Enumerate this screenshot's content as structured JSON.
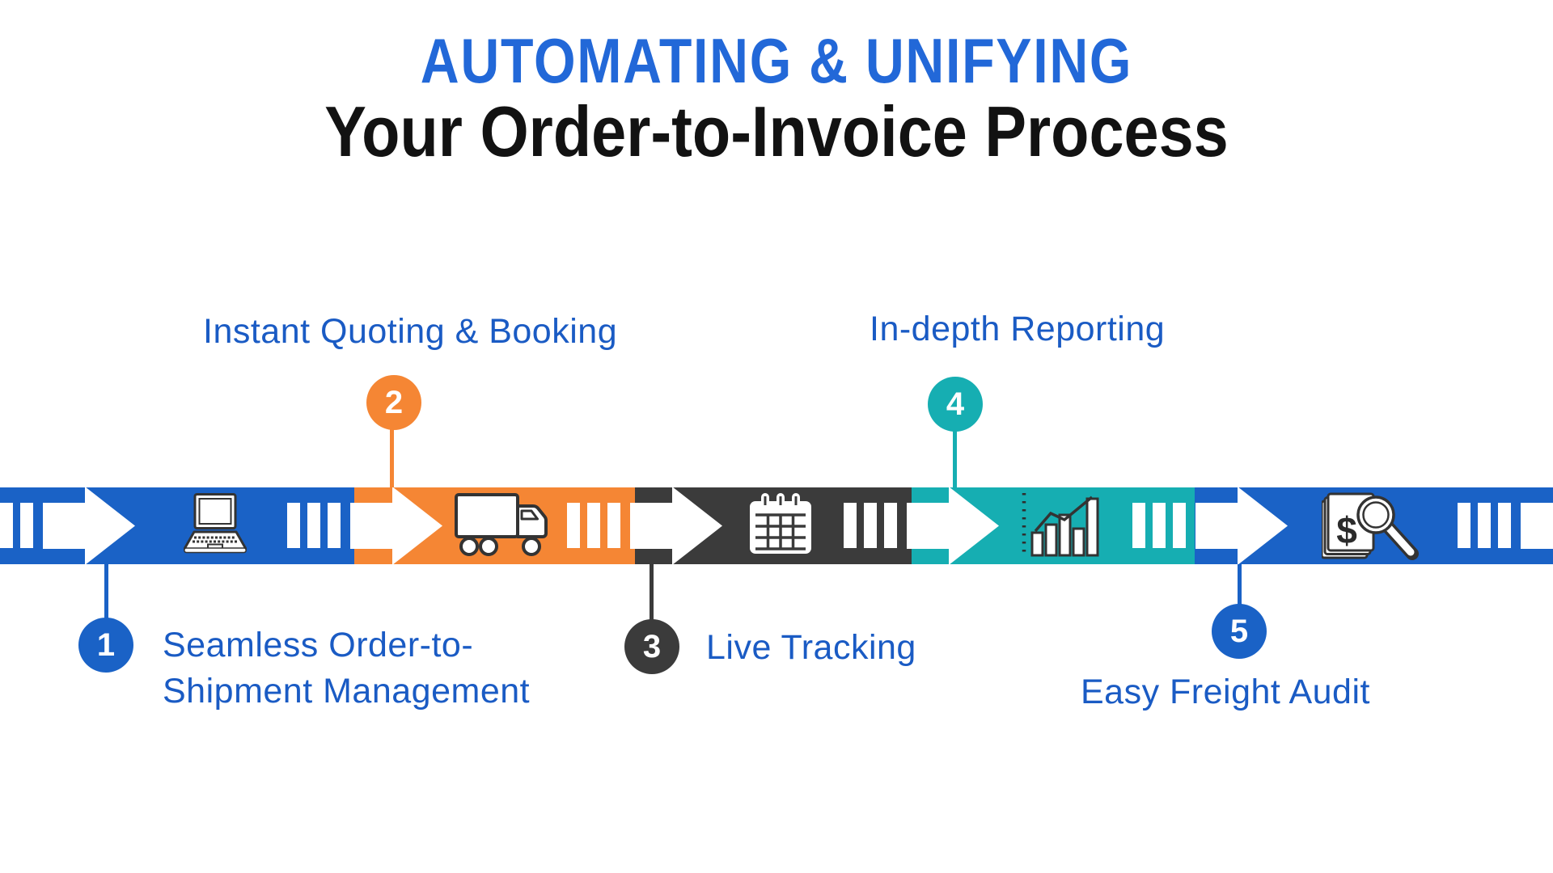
{
  "title": {
    "line1": "AUTOMATING & UNIFYING",
    "line2": "Your Order-to-Invoice Process"
  },
  "colors": {
    "blue": "#1A62C6",
    "orange": "#F58634",
    "dark": "#3B3B3B",
    "teal": "#16AEB2",
    "title_blue": "#2268D8",
    "label_blue": "#1A5BC4",
    "heading_black": "#121212",
    "icon_outline": "#333333",
    "arrow_white": "#FFFFFF"
  },
  "steps": [
    {
      "number": "1",
      "label_line1": "Seamless Order-to-",
      "label_line2": "Shipment Management",
      "color": "#1A62C6",
      "icon": "laptop-icon"
    },
    {
      "number": "2",
      "label_line1": "Instant Quoting & Booking",
      "color": "#F58634",
      "icon": "truck-icon"
    },
    {
      "number": "3",
      "label_line1": "Live Tracking",
      "color": "#3B3B3B",
      "icon": "calendar-icon"
    },
    {
      "number": "4",
      "label_line1": "In-depth Reporting",
      "color": "#16AEB2",
      "icon": "bar-chart-icon"
    },
    {
      "number": "5",
      "label_line1": "Easy Freight Audit",
      "color": "#1A62C6",
      "icon": "freight-audit-icon"
    }
  ]
}
